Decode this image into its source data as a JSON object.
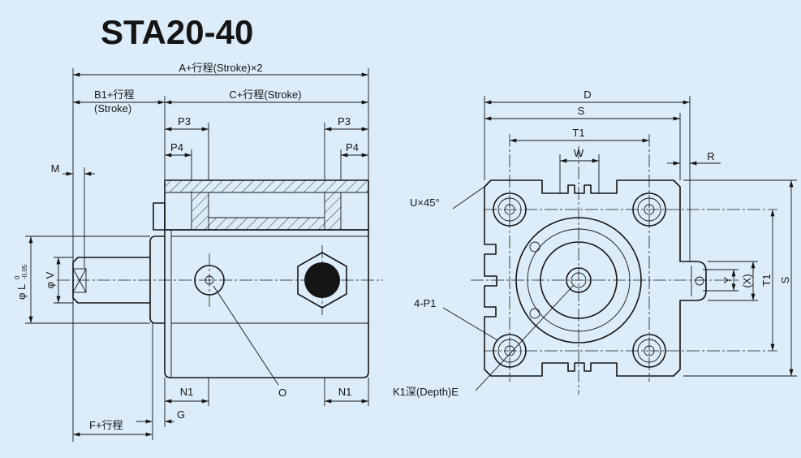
{
  "title": "STA20-40",
  "side_view": {
    "dim_a": "A+行程(Stroke)×2",
    "dim_b1": [
      "B1+行程",
      "(Stroke)"
    ],
    "dim_c": "C+行程(Stroke)",
    "dim_p3": [
      "P3",
      "P3"
    ],
    "dim_p4": [
      "P4",
      "P4"
    ],
    "dim_m": "M",
    "dim_l": {
      "label": "φ L",
      "upper_tolerance": "0",
      "lower_tolerance": "-0.05"
    },
    "dim_v": "φ V",
    "dim_n1": [
      "N1",
      "N1"
    ],
    "port_label": "O",
    "dim_g": "G",
    "dim_f": "F+行程"
  },
  "end_view": {
    "dim_d": "D",
    "dim_s": [
      "S",
      "S"
    ],
    "dim_t1": [
      "T1",
      "T1"
    ],
    "dim_w": "W",
    "dim_r": "R",
    "dim_x": "(X)",
    "dim_y": "Y",
    "chamfer_callout": "U×45°",
    "mounting_hole_callout": "4-P1",
    "rod_thread_callout": "K1深(Depth)E"
  },
  "colors": {
    "background": "#dcedf9",
    "ink": "#151515"
  }
}
